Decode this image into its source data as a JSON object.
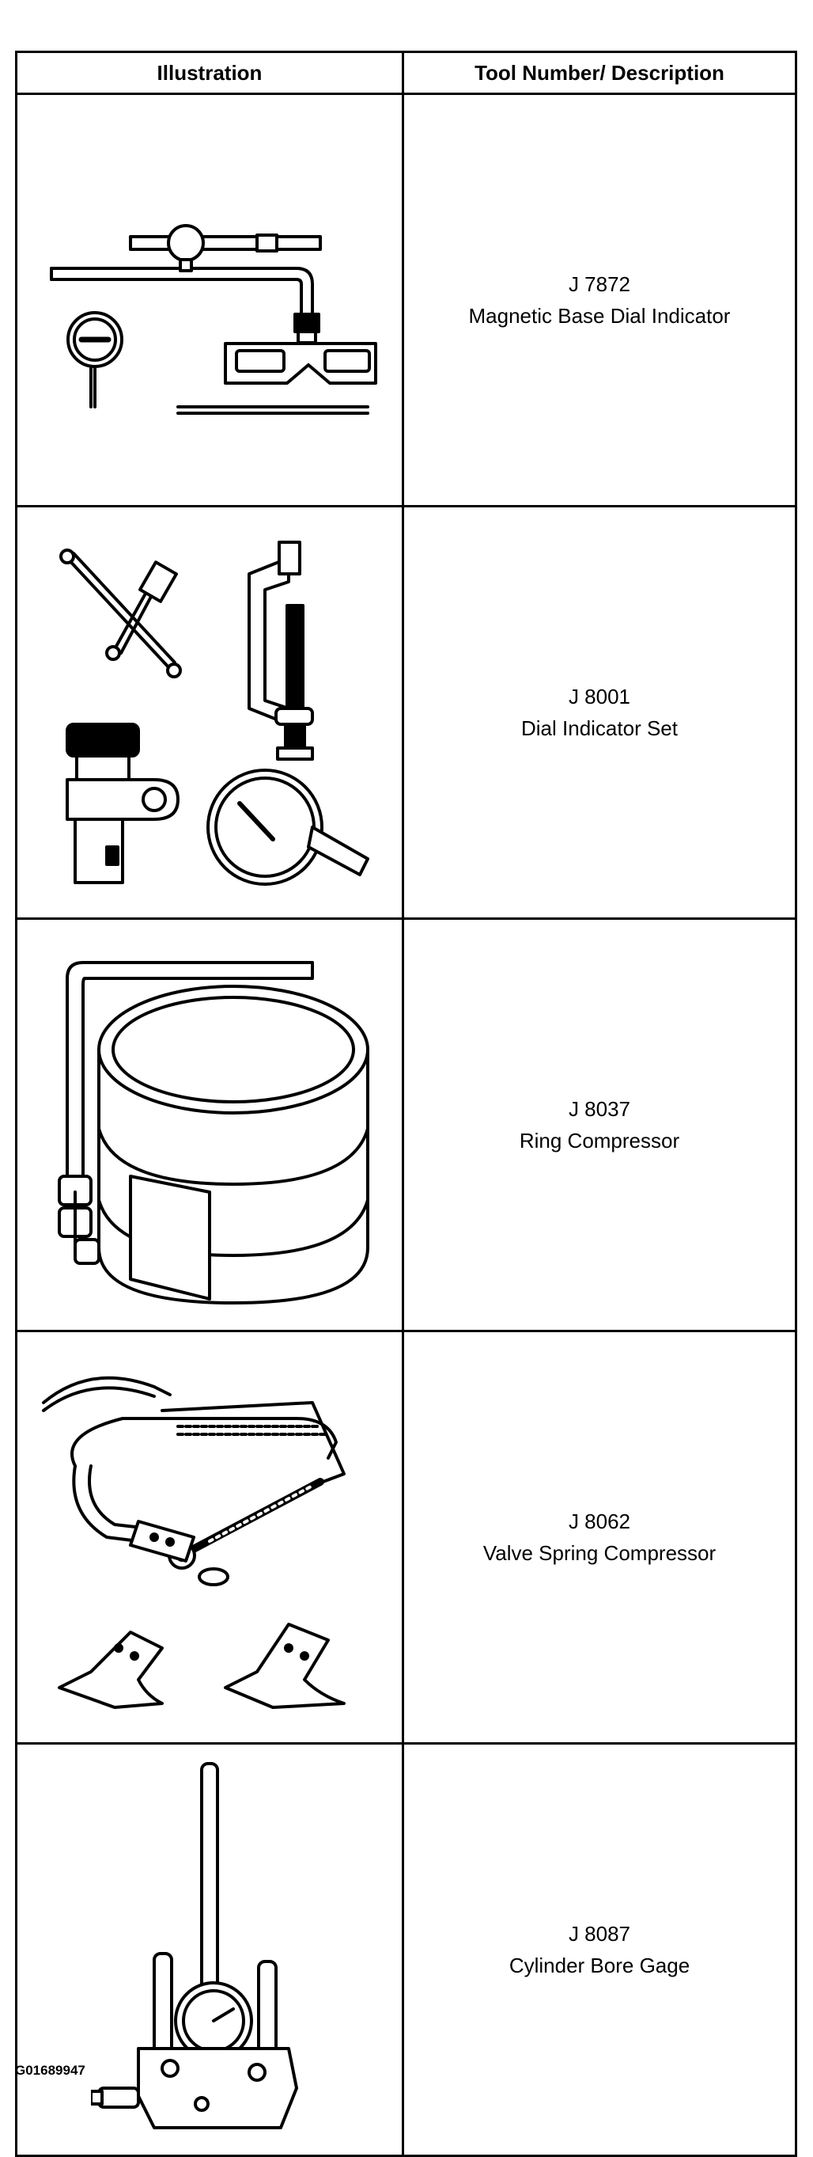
{
  "table": {
    "headers": {
      "illustration": "Illustration",
      "tool": "Tool Number/ Description"
    },
    "rows": [
      {
        "number": "J 7872",
        "description": "Magnetic Base Dial Indicator",
        "icon": "magnetic-base-dial-indicator-illustration"
      },
      {
        "number": "J 8001",
        "description": "Dial Indicator Set",
        "icon": "dial-indicator-set-illustration"
      },
      {
        "number": "J 8037",
        "description": "Ring Compressor",
        "icon": "ring-compressor-illustration"
      },
      {
        "number": "J 8062",
        "description": "Valve Spring Compressor",
        "icon": "valve-spring-compressor-illustration"
      },
      {
        "number": "J 8087",
        "description": "Cylinder Bore Gage",
        "icon": "cylinder-bore-gage-illustration"
      }
    ]
  },
  "figure_id": "G01689947"
}
